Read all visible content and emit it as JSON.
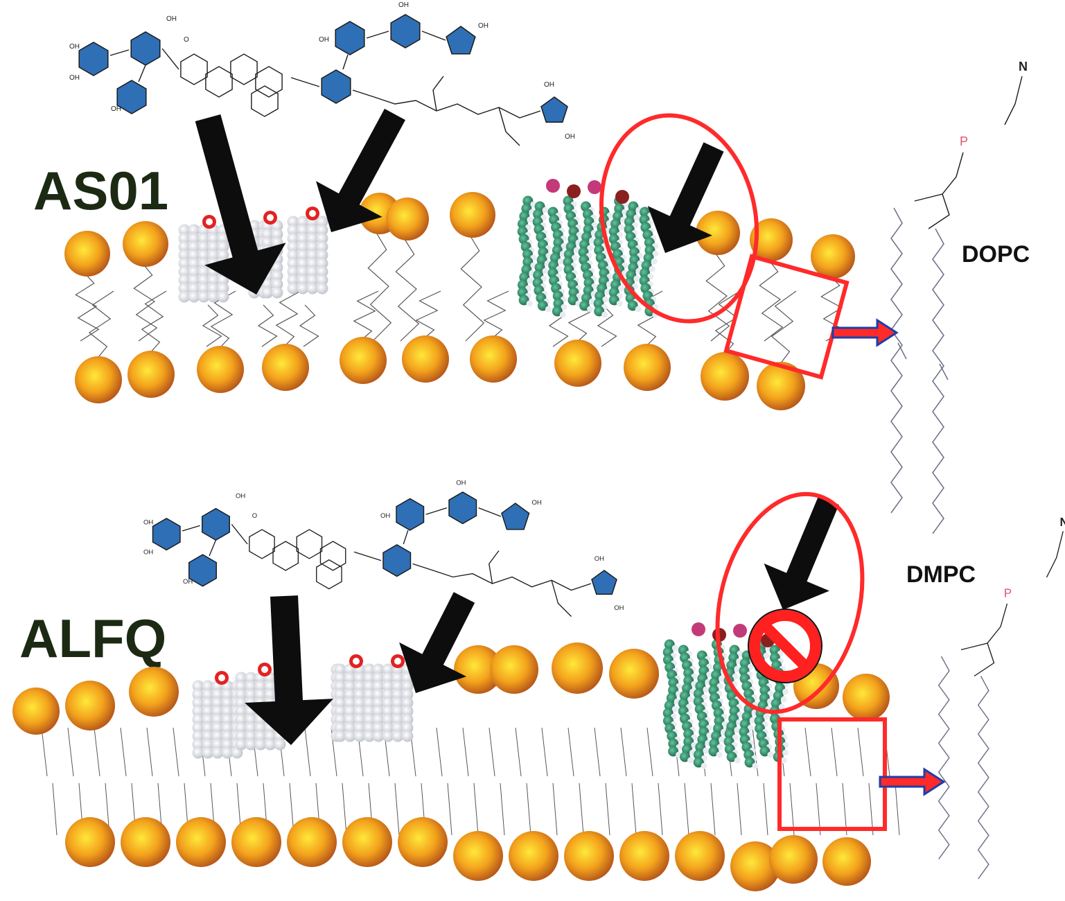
{
  "panels": [
    {
      "label": "AS01",
      "lipid": "DOPC"
    },
    {
      "label": "ALFQ",
      "lipid": "DMPC"
    }
  ],
  "atom_labels": {
    "hydroxyl": "OH",
    "oxygen": "O",
    "nitrogen": "N",
    "phosphorus": "P"
  },
  "colors": {
    "headgroup_core": "#ffe83a",
    "headgroup_mid": "#f3a21c",
    "headgroup_edge": "#b2521a",
    "sugar_ring": "#2f6fb5",
    "arrow": "#0d0d0d",
    "highlight": "#ff2a2a",
    "pointer_outline": "#1c3fa8",
    "cholesterol": "#e6e8ee",
    "mpl": "#2f8a6a",
    "tail_line": "#555555"
  },
  "icons": [
    "prohibited-icon",
    "arrow-down-icon",
    "arrow-right-icon"
  ]
}
